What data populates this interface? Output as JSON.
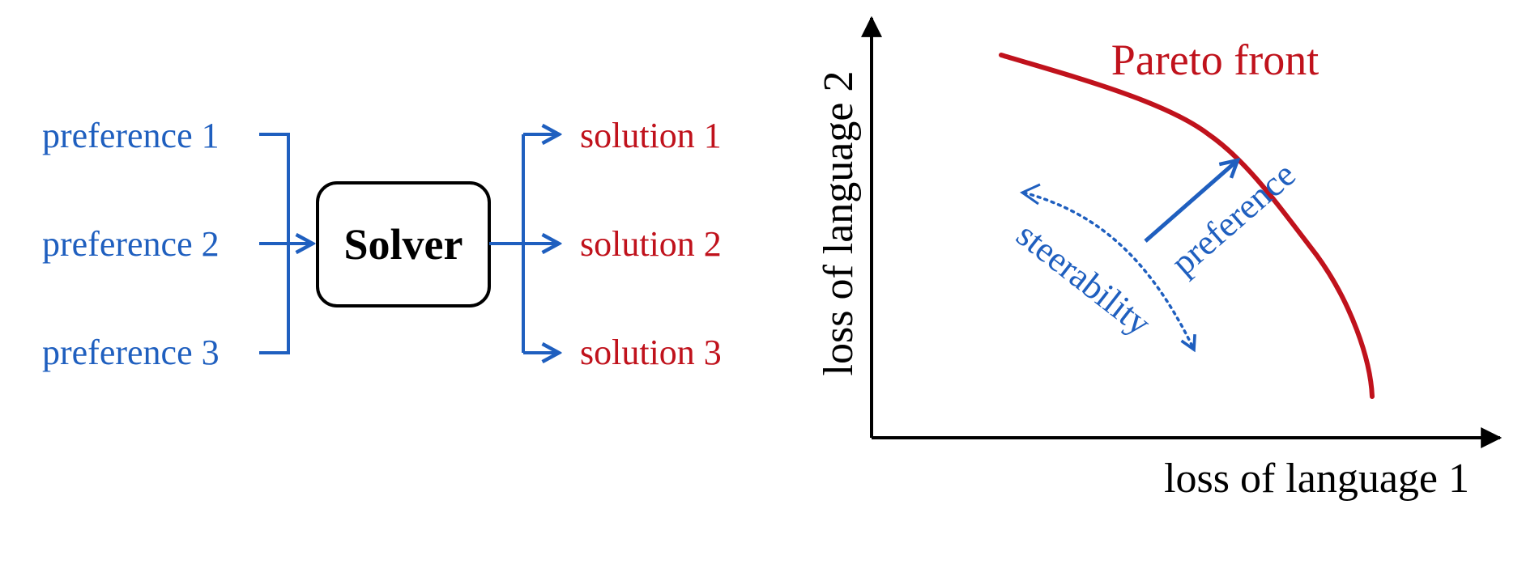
{
  "colors": {
    "preference_blue": "#1f5fbf",
    "solution_red": "#c0121c",
    "pareto_red": "#c0121c",
    "axis_black": "#000000"
  },
  "left_diagram": {
    "preferences": [
      "preference 1",
      "preference 2",
      "preference 3"
    ],
    "solver_label": "Solver",
    "solutions": [
      "solution 1",
      "solution 2",
      "solution 3"
    ]
  },
  "right_diagram": {
    "pareto_label": "Pareto front",
    "x_axis_label": "loss of language 1",
    "y_axis_label": "loss of language 2",
    "preference_arrow_label": "preference",
    "steerability_label": "steerability"
  }
}
